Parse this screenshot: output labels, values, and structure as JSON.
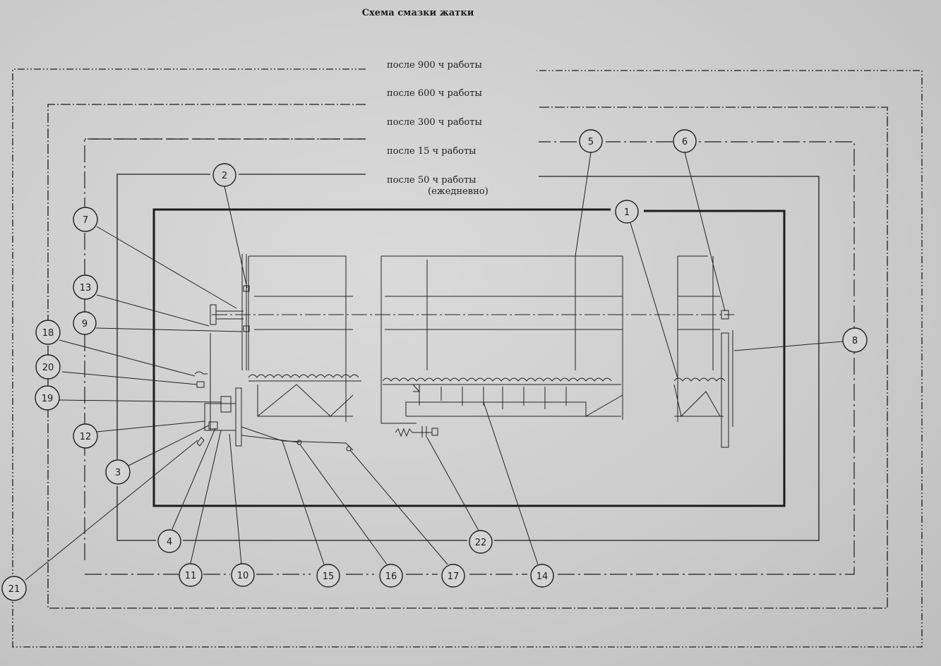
{
  "title": "Схема смазки жатки",
  "intervals": [
    {
      "line1": "после 900 ч работы",
      "line2": ""
    },
    {
      "line1": "после 600 ч работы",
      "line2": ""
    },
    {
      "line1": "после 300 ч работы",
      "line2": ""
    },
    {
      "line1": "после  15 ч работы",
      "line2": ""
    },
    {
      "line1": "после  50 ч работы",
      "line2": "(ежедневно)"
    }
  ],
  "points": [
    "1",
    "2",
    "3",
    "4",
    "5",
    "6",
    "7",
    "8",
    "9",
    "10",
    "11",
    "12",
    "13",
    "14",
    "15",
    "16",
    "17",
    "18",
    "19",
    "20",
    "21",
    "22"
  ]
}
